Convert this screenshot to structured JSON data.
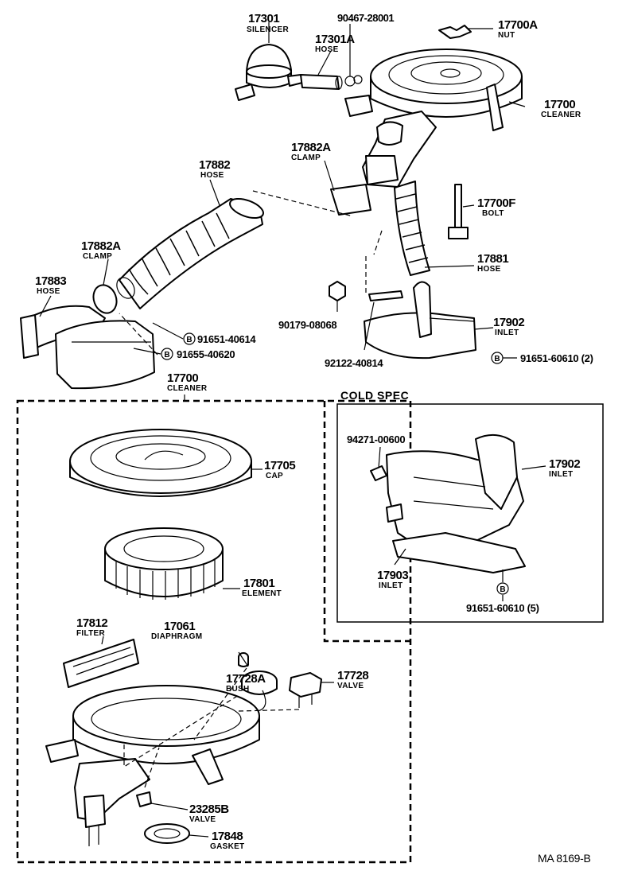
{
  "diagram": {
    "cold_spec_title": "COLD SPEC",
    "drawing_code": "MA  8169-B",
    "bolt_symbol": "B",
    "parts": [
      {
        "number": "17301",
        "name": "SILENCER"
      },
      {
        "number": "90467-28001",
        "name": ""
      },
      {
        "number": "17700A",
        "name": "NUT"
      },
      {
        "number": "17301A",
        "name": "HOSE"
      },
      {
        "number": "17700",
        "name": "CLEANER"
      },
      {
        "number": "17882A",
        "name": "CLAMP"
      },
      {
        "number": "17882",
        "name": "HOSE"
      },
      {
        "number": "17700F",
        "name": "BOLT"
      },
      {
        "number": "17882A",
        "name": "CLAMP"
      },
      {
        "number": "17881",
        "name": "HOSE"
      },
      {
        "number": "17883",
        "name": "HOSE"
      },
      {
        "number": "90179-08068",
        "name": ""
      },
      {
        "number": "17902",
        "name": "INLET"
      },
      {
        "number": "91651-40614",
        "name": ""
      },
      {
        "number": "91655-40620",
        "name": ""
      },
      {
        "number": "92122-40814",
        "name": ""
      },
      {
        "number": "91651-60610 (2)",
        "name": ""
      },
      {
        "number": "17700",
        "name": "CLEANER"
      },
      {
        "number": "17705",
        "name": "CAP"
      },
      {
        "number": "17801",
        "name": "ELEMENT"
      },
      {
        "number": "17812",
        "name": "FILTER"
      },
      {
        "number": "17061",
        "name": "DIAPHRAGM"
      },
      {
        "number": "17728A",
        "name": "BUSH"
      },
      {
        "number": "17728",
        "name": "VALVE"
      },
      {
        "number": "23285B",
        "name": "VALVE"
      },
      {
        "number": "17848",
        "name": "GASKET"
      },
      {
        "number": "94271-00600",
        "name": ""
      },
      {
        "number": "17902",
        "name": "INLET"
      },
      {
        "number": "17903",
        "name": "INLET"
      },
      {
        "number": "91651-60610 (5)",
        "name": ""
      }
    ]
  }
}
